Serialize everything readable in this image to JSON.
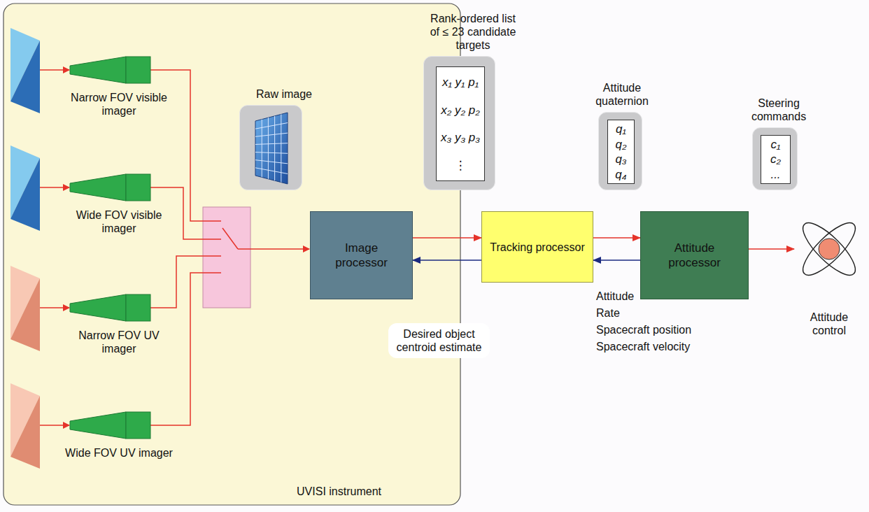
{
  "diagram": {
    "nodes": [
      {
        "text": [
          "UVISI instrument"
        ]
      },
      {
        "text": [
          "Narrow FOV visible imager"
        ],
        "in": 0
      },
      {
        "text": [
          "Wide FOV visible imager"
        ],
        "in": 0
      },
      {
        "text": [
          "Narrow FOV UV imager"
        ],
        "in": 0
      },
      {
        "text": [
          "Wide FOV UV imager"
        ],
        "in": 0
      },
      {
        "text": [
          "Raw image"
        ],
        "in": 0
      },
      {
        "text": [
          "Rank-ordered list of ≤ 23 candidate targets",
          "x₁ y₁ p₁",
          "x₂ y₂ p₂",
          "x₃ y₃ p₃",
          "⋮"
        ]
      },
      {
        "text": [
          "Image processor"
        ],
        "in": 0
      },
      {
        "text": [
          "Tracking processor"
        ]
      },
      {
        "text": [
          "Attitude quaternion",
          "q₁",
          "q₂",
          "q₃",
          "q₄"
        ]
      },
      {
        "text": [
          "Attitude processor"
        ]
      },
      {
        "text": [
          "Steering commands",
          "c₁",
          "c₂",
          "..."
        ]
      },
      {
        "text": [
          "Attitude control"
        ]
      }
    ],
    "edges": [
      {
        "from": 7,
        "to": 8,
        "arrow": "to"
      },
      {
        "from": 8,
        "to": 7,
        "arrow": "to",
        "label": "Desired object centroid estimate"
      },
      {
        "from": 8,
        "to": 10,
        "arrow": "to"
      },
      {
        "from": 10,
        "to": 8,
        "arrow": "to"
      },
      {
        "from": 10,
        "to": 12,
        "arrow": "to"
      }
    ],
    "labels": [
      "Attitude",
      "Rate",
      "Spacecraft position",
      "Spacecraft velocity"
    ]
  }
}
